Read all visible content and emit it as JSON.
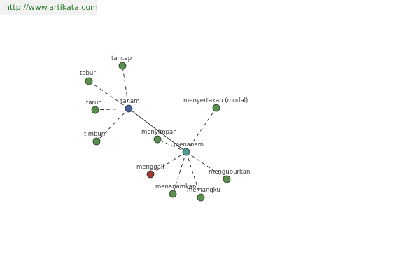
{
  "header": {
    "url": "http://www.artikata.com"
  },
  "colors": {
    "background": "#ffffff",
    "url_bar": "#f2f2f2",
    "url_text": "#2a7a2a",
    "node_green": "#5a8f4e",
    "node_blue": "#4b5e9c",
    "node_teal": "#4f9a98",
    "node_red": "#a03a30",
    "edge": "#222222"
  },
  "graph": {
    "nodes": [
      {
        "id": "tanam",
        "label": "tanam",
        "color": "node_blue"
      },
      {
        "id": "menanam",
        "label": "menanam",
        "color": "node_teal"
      },
      {
        "id": "tancap",
        "label": "tancap",
        "color": "node_green"
      },
      {
        "id": "tabur",
        "label": "tabur",
        "color": "node_green"
      },
      {
        "id": "taruh",
        "label": "taruh",
        "color": "node_green"
      },
      {
        "id": "timbun",
        "label": "timbun",
        "color": "node_green"
      },
      {
        "id": "menyertakan",
        "label": "menyertakan (modal)",
        "color": "node_green"
      },
      {
        "id": "menyimpan",
        "label": "menyimpan",
        "color": "node_green"
      },
      {
        "id": "menggali",
        "label": "menggali",
        "color": "node_red"
      },
      {
        "id": "menguburkan",
        "label": "menguburkan",
        "color": "node_green"
      },
      {
        "id": "menanamkan",
        "label": "menanamkan",
        "color": "node_green"
      },
      {
        "id": "memangku",
        "label": "memangku",
        "color": "node_green"
      }
    ],
    "edges": [
      {
        "from": "tanam",
        "to": "menanam",
        "style": "solid"
      },
      {
        "from": "tanam",
        "to": "tancap",
        "style": "dashed"
      },
      {
        "from": "tanam",
        "to": "tabur",
        "style": "dashed"
      },
      {
        "from": "tanam",
        "to": "taruh",
        "style": "dashed"
      },
      {
        "from": "tanam",
        "to": "timbun",
        "style": "dashed"
      },
      {
        "from": "menanam",
        "to": "menyertakan",
        "style": "dashed"
      },
      {
        "from": "menanam",
        "to": "menyimpan",
        "style": "dashed"
      },
      {
        "from": "menanam",
        "to": "menggali",
        "style": "dashed"
      },
      {
        "from": "menanam",
        "to": "menguburkan",
        "style": "dashed"
      },
      {
        "from": "menanam",
        "to": "menanamkan",
        "style": "dashed"
      },
      {
        "from": "menanam",
        "to": "memangku",
        "style": "dashed"
      }
    ]
  }
}
